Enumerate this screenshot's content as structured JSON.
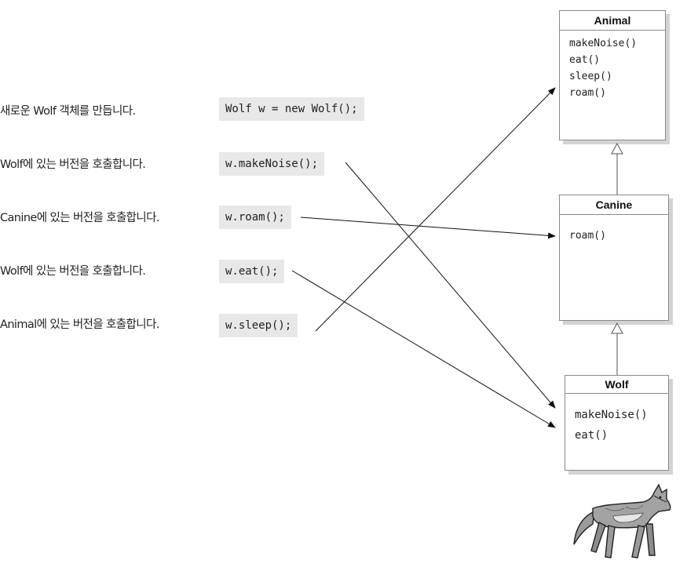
{
  "descriptions": [
    "새로운 Wolf 객체를 만듭니다.",
    "Wolf에 있는 버전을 호출합니다.",
    "Canine에 있는 버전을 호출합니다.",
    "Wolf에 있는 버전을 호출합니다.",
    "Animal에 있는 버전을 호출합니다."
  ],
  "code": [
    "Wolf w = new Wolf();",
    "w.makeNoise();",
    "w.roam();",
    "w.eat();",
    "w.sleep();"
  ],
  "classes": {
    "animal": {
      "name": "Animal",
      "methods": [
        "makeNoise()",
        "eat()",
        "sleep()",
        "roam()"
      ]
    },
    "canine": {
      "name": "Canine",
      "methods": [
        "roam()"
      ]
    },
    "wolf": {
      "name": "Wolf",
      "methods": [
        "makeNoise()",
        "eat()"
      ]
    }
  },
  "colors": {
    "code_bg": "#e8e8e8",
    "line": "#111111",
    "box_border": "#8a8a8a",
    "shadow": "#d3d3d3"
  },
  "icons": [
    "wolf-illustration"
  ]
}
